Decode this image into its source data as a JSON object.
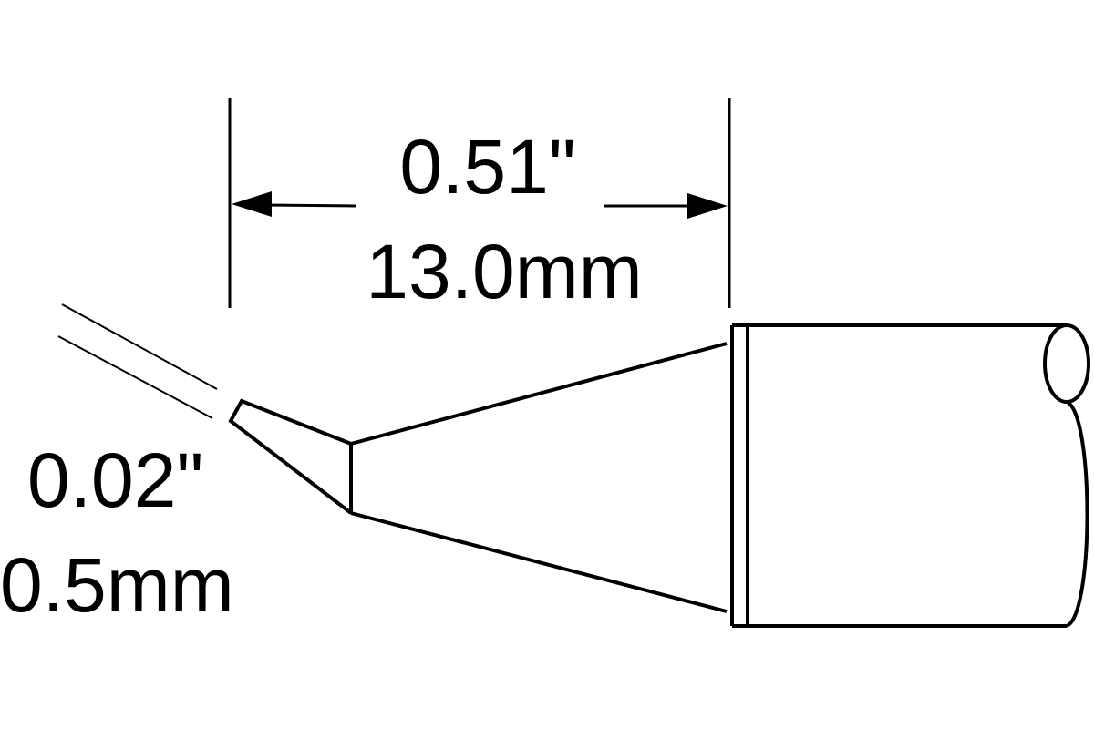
{
  "dimensions": {
    "length": {
      "imperial": "0.51\"",
      "metric": "13.0mm"
    },
    "tip_width": {
      "imperial": "0.02\"",
      "metric": "0.5mm"
    }
  },
  "colors": {
    "line": "#000000",
    "background": "#ffffff"
  }
}
